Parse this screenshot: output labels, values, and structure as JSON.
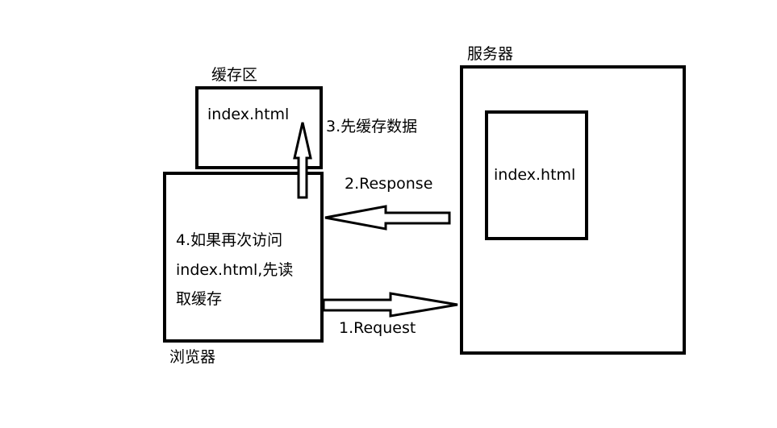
{
  "cache": {
    "title": "缓存区",
    "file": "index.html"
  },
  "server": {
    "title": "服务器",
    "file": "index.html"
  },
  "browser": {
    "title": "浏览器",
    "note_lines": [
      "4.如果再次访问",
      "index.html,先读",
      "取缓存"
    ]
  },
  "steps": {
    "request": "1.Request",
    "response": "2.Response",
    "cache_first": "3.先缓存数据"
  },
  "colors": {
    "stroke": "#000000",
    "background": "#ffffff"
  }
}
